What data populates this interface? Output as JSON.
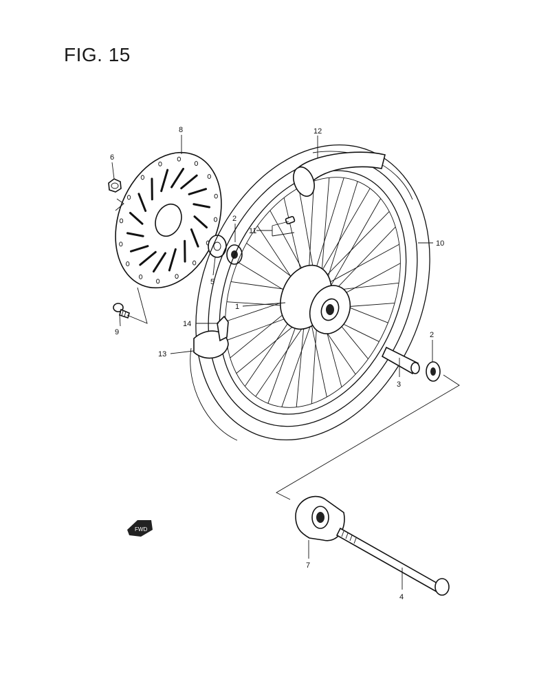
{
  "figure": {
    "title": "FIG. 15"
  },
  "callouts": {
    "c1": "1",
    "c2a": "2",
    "c2b": "2",
    "c3": "3",
    "c4": "4",
    "c5": "5",
    "c6": "6",
    "c7": "7",
    "c8": "8",
    "c9": "9",
    "c10": "10",
    "c11": "11",
    "c12": "12",
    "c13": "13",
    "c14": "14"
  },
  "fwd_marker": {
    "text": "FWD"
  }
}
